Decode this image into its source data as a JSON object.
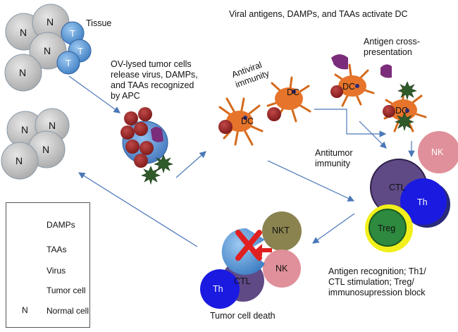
{
  "headline": "Viral antigens, DAMPs, and TAAs activate DC",
  "labels": {
    "tissue": "Tissue",
    "ov_lysed": "OV-lysed tumor cells\nrelease virus, DAMPs,\nand TAAs recognized\nby APC",
    "antiviral": "Antiviral\nimmunity",
    "cross_presentation": "Antigen cross-\npresentation",
    "antitumor": "Antitumor\nimmunity",
    "recognition": "Antigen recognition; Th1/\nCTL stimulation; Treg/\nimmunosupression block",
    "tumor_death": "Tumor cell death"
  },
  "cell_letters": {
    "normal": "N",
    "tumor": "T",
    "dc": "DC",
    "nk": "NK",
    "ctl": "CTL",
    "th": "Th",
    "treg": "Treg",
    "nkt": "NKT"
  },
  "legend": {
    "damps": "DAMPs",
    "taas": "TAAs",
    "virus": "Virus",
    "tumor_cell": "Tumor cell",
    "normal_cell": "Normal cell"
  },
  "colors": {
    "normal_cell": "#c4c4c4",
    "tumor_cell": "#5b9bd5",
    "virus": "#a02828",
    "damps": "#2f5a2a",
    "taas": "#7b2c7a",
    "dc_body": "#e6742a",
    "arrow": "#4a78b8",
    "nk": "#e0909a",
    "ctl": "#5f4a86",
    "th": "#1a1ae0",
    "treg": "#2e8a3e",
    "treg_ring": "#f2ef1a",
    "nkt": "#8a8350",
    "cross": "#e02020"
  }
}
